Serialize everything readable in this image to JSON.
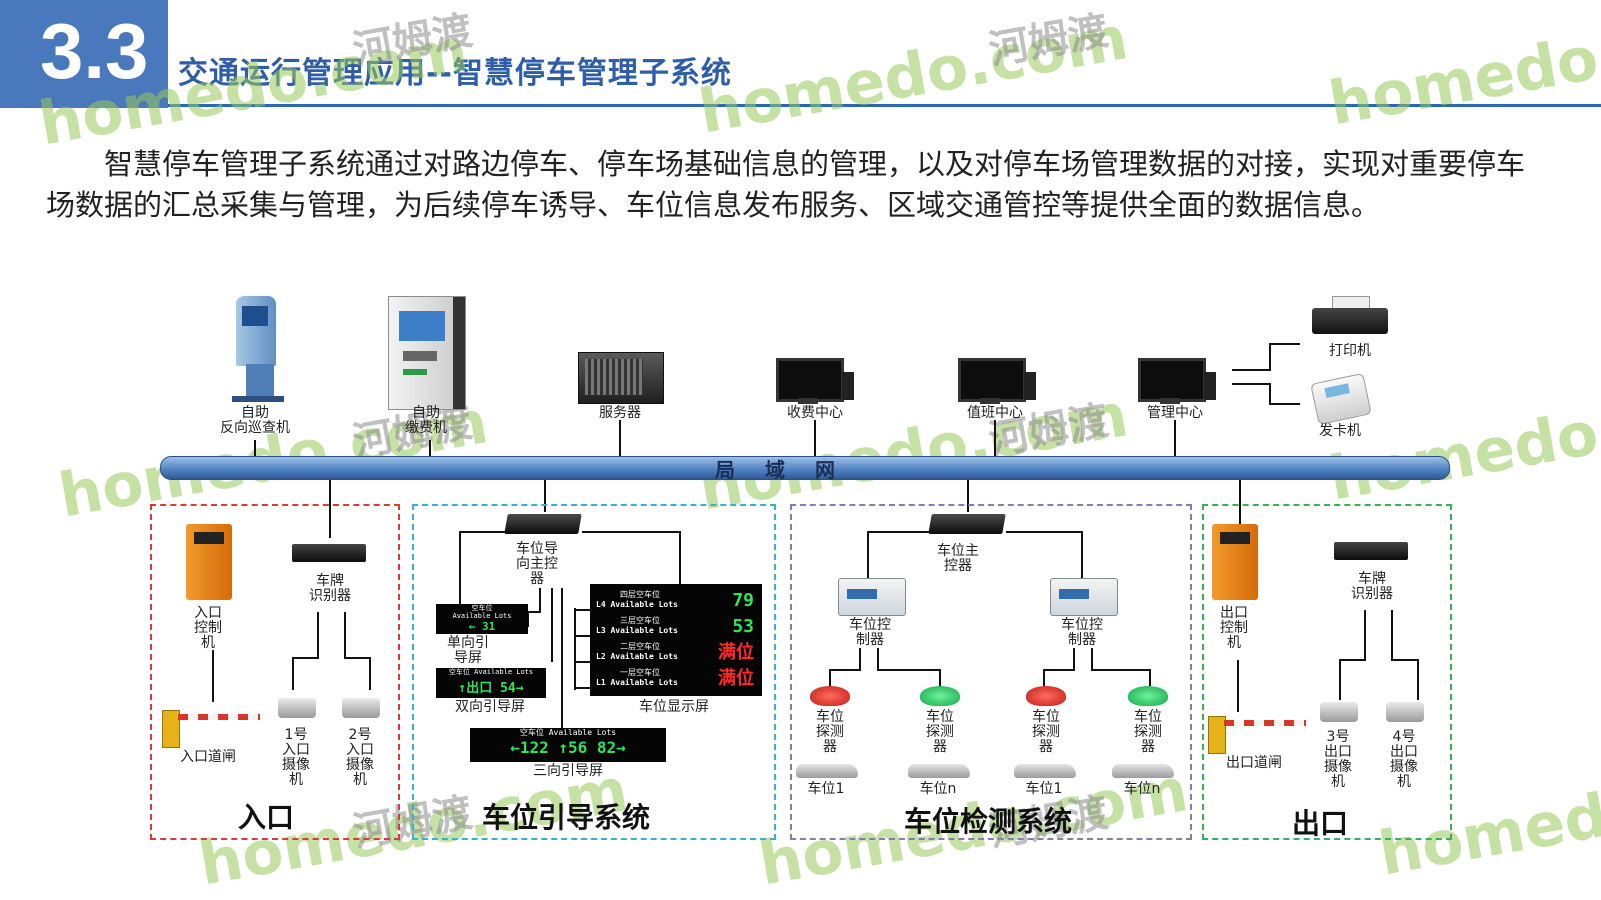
{
  "header": {
    "section_number": "3.3",
    "title": "交通运行管理应用--智慧停车管理子系统"
  },
  "intro_text": "智慧停车管理子系统通过对路边停车、停车场基础信息的管理，以及对停车场管理数据的对接，实现对重要停车场数据的汇总采集与管理，为后续停车诱导、车位信息发布服务、区域交通管控等提供全面的数据信息。",
  "watermark": {
    "latin": "homedo.com",
    "cn": "河姆渡"
  },
  "devices_top": {
    "kiosk_label": "自助\n反向巡查机",
    "payment_label": "自助\n缴费机",
    "server_label": "服务器",
    "charge_label": "收费中心",
    "duty_label": "值班中心",
    "mgmt_label": "管理中心",
    "printer_label": "打印机",
    "card_label": "发卡机"
  },
  "network": {
    "label": "局域网"
  },
  "entrance": {
    "name": "入口",
    "controller_label": "入口\n控制\n机",
    "plate_label": "车牌\n识别器",
    "gate_label": "入口道闸",
    "cam1_label": "1号\n入口\n摄像\n机",
    "cam2_label": "2号\n入口\n摄像\n机"
  },
  "guidance": {
    "name": "车位引导系统",
    "master_label": "车位导\n向主控\n器",
    "single_label": "单向引\n导屏",
    "double_label": "双向引导屏",
    "triple_label": "三向引导屏",
    "display_label": "车位显示屏",
    "single_sign": {
      "title": "空车位\nAvailable Lots",
      "value": "← 31"
    },
    "double_sign": {
      "title": "空车位 Available Lots",
      "value": "↑出口  54→"
    },
    "triple_sign": {
      "title": "空车位 Available Lots",
      "value": "←122  ↑56   82→"
    },
    "level_rows": [
      {
        "cn": "四层空车位",
        "en": "L4 Available Lots",
        "value": "79",
        "status": "green"
      },
      {
        "cn": "三层空车位",
        "en": "L3 Available Lots",
        "value": "53",
        "status": "green"
      },
      {
        "cn": "二层空车位",
        "en": "L2 Available Lots",
        "value": "满位",
        "status": "red"
      },
      {
        "cn": "一层空车位",
        "en": "L1 Available Lots",
        "value": "满位",
        "status": "red"
      }
    ]
  },
  "detection": {
    "name": "车位检测系统",
    "master_label": "车位主\n控器",
    "ctrl1_label": "车位控\n制器",
    "ctrl2_label": "车位控\n制器",
    "detector_label": "车位\n探测\n器",
    "spot1_label": "车位1",
    "spotn_label": "车位n"
  },
  "exit": {
    "name": "出口",
    "controller_label": "出口\n控制\n机",
    "plate_label": "车牌\n识别器",
    "gate_label": "出口道闸",
    "cam3_label": "3号\n出口\n摄像\n机",
    "cam4_label": "4号\n出口\n摄像\n机"
  },
  "colors": {
    "accent": "#4a78bd",
    "entrance_border": "#d93a3a",
    "guidance_border": "#3ab0d0",
    "detection_border": "#8a7ab0",
    "exit_border": "#3cae5a"
  }
}
